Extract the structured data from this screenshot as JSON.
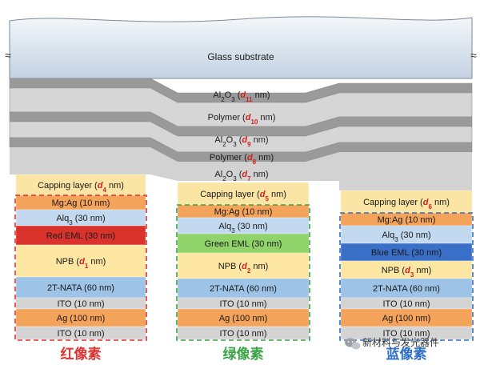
{
  "glass": {
    "label": "Glass substrate",
    "break_mark": "≈"
  },
  "encapsulation": [
    {
      "pre": "Al",
      "sub": "2",
      "mid": "O",
      "sub2": "3",
      "open": " (",
      "var": "d",
      "var_sub": "11",
      "post": " nm)"
    },
    {
      "pre": "Polymer",
      "sub": "",
      "mid": "",
      "sub2": "",
      "open": " (",
      "var": "d",
      "var_sub": "10",
      "post": " nm)"
    },
    {
      "pre": "Al",
      "sub": "2",
      "mid": "O",
      "sub2": "3",
      "open": " (",
      "var": "d",
      "var_sub": "9",
      "post": " nm)"
    },
    {
      "pre": "Polymer",
      "sub": "",
      "mid": "",
      "sub2": "",
      "open": " (",
      "var": "d",
      "var_sub": "8",
      "post": " nm)"
    },
    {
      "pre": "Al",
      "sub": "2",
      "mid": "O",
      "sub2": "3",
      "open": " (",
      "var": "d",
      "var_sub": "7",
      "post": " nm)"
    }
  ],
  "pixels": [
    {
      "name": "红像素",
      "color": "#e03131",
      "layers": [
        {
          "pre": "Capping layer (",
          "var": "d",
          "var_sub": "4",
          "post": " nm)",
          "sub": "",
          "mid": "",
          "fill": "#fbe5a4"
        },
        {
          "pre": "Mg:Ag (10 nm)",
          "var": "",
          "var_sub": "",
          "post": "",
          "sub": "",
          "mid": "",
          "fill": "#f4a35b"
        },
        {
          "pre": "Alq",
          "sub": "3",
          "mid": " (30 nm)",
          "var": "",
          "var_sub": "",
          "post": "",
          "fill": "#c3d9f0"
        },
        {
          "pre": "Red EML (30 nm)",
          "var": "",
          "var_sub": "",
          "post": "",
          "sub": "",
          "mid": "",
          "fill": "#d9332c"
        },
        {
          "pre": "NPB (",
          "var": "d",
          "var_sub": "1",
          "post": " nm)",
          "sub": "",
          "mid": "",
          "fill": "#fde7a3"
        },
        {
          "pre": "2T-NATA (60 nm)",
          "var": "",
          "var_sub": "",
          "post": "",
          "sub": "",
          "mid": "",
          "fill": "#9dc3e6"
        },
        {
          "pre": "ITO (10 nm)",
          "var": "",
          "var_sub": "",
          "post": "",
          "sub": "",
          "mid": "",
          "fill": "#d4d4d4"
        },
        {
          "pre": "Ag (100 nm)",
          "var": "",
          "var_sub": "",
          "post": "",
          "sub": "",
          "mid": "",
          "fill": "#f4a35b"
        },
        {
          "pre": "ITO (10 nm)",
          "var": "",
          "var_sub": "",
          "post": "",
          "sub": "",
          "mid": "",
          "fill": "#d4d4d4"
        }
      ]
    },
    {
      "name": "绿像素",
      "color": "#3aa346",
      "layers": [
        {
          "pre": "Capping layer (",
          "var": "d",
          "var_sub": "5",
          "post": " nm)",
          "sub": "",
          "mid": "",
          "fill": "#fbe5a4"
        },
        {
          "pre": "Mg:Ag (10 nm)",
          "var": "",
          "var_sub": "",
          "post": "",
          "sub": "",
          "mid": "",
          "fill": "#f4a35b"
        },
        {
          "pre": "Alq",
          "sub": "3",
          "mid": " (30 nm)",
          "var": "",
          "var_sub": "",
          "post": "",
          "fill": "#c3d9f0"
        },
        {
          "pre": "Green EML (30 nm)",
          "var": "",
          "var_sub": "",
          "post": "",
          "sub": "",
          "mid": "",
          "fill": "#8fd36a"
        },
        {
          "pre": "NPB (",
          "var": "d",
          "var_sub": "2",
          "post": " nm)",
          "sub": "",
          "mid": "",
          "fill": "#fde7a3"
        },
        {
          "pre": "2T-NATA (60 nm)",
          "var": "",
          "var_sub": "",
          "post": "",
          "sub": "",
          "mid": "",
          "fill": "#9dc3e6"
        },
        {
          "pre": "ITO (10 nm)",
          "var": "",
          "var_sub": "",
          "post": "",
          "sub": "",
          "mid": "",
          "fill": "#d4d4d4"
        },
        {
          "pre": "Ag (100 nm)",
          "var": "",
          "var_sub": "",
          "post": "",
          "sub": "",
          "mid": "",
          "fill": "#f4a35b"
        },
        {
          "pre": "ITO (10 nm)",
          "var": "",
          "var_sub": "",
          "post": "",
          "sub": "",
          "mid": "",
          "fill": "#d4d4d4"
        }
      ]
    },
    {
      "name": "蓝像素",
      "color": "#2d6fc4",
      "layers": [
        {
          "pre": "Capping layer (",
          "var": "d",
          "var_sub": "6",
          "post": " nm)",
          "sub": "",
          "mid": "",
          "fill": "#fbe5a4"
        },
        {
          "pre": "Mg:Ag (10 nm)",
          "var": "",
          "var_sub": "",
          "post": "",
          "sub": "",
          "mid": "",
          "fill": "#f4a35b"
        },
        {
          "pre": "Alq",
          "sub": "3",
          "mid": " (30 nm)",
          "var": "",
          "var_sub": "",
          "post": "",
          "fill": "#c3d9f0"
        },
        {
          "pre": "Blue EML (30 nm)",
          "var": "",
          "var_sub": "",
          "post": "",
          "sub": "",
          "mid": "",
          "fill": "#3a6fc8"
        },
        {
          "pre": "NPB (",
          "var": "d",
          "var_sub": "3",
          "post": " nm)",
          "sub": "",
          "mid": "",
          "fill": "#fde7a3"
        },
        {
          "pre": "2T-NATA (60 nm)",
          "var": "",
          "var_sub": "",
          "post": "",
          "sub": "",
          "mid": "",
          "fill": "#9dc3e6"
        },
        {
          "pre": "ITO (10 nm)",
          "var": "",
          "var_sub": "",
          "post": "",
          "sub": "",
          "mid": "",
          "fill": "#d4d4d4"
        },
        {
          "pre": "Ag (100 nm)",
          "var": "",
          "var_sub": "",
          "post": "",
          "sub": "",
          "mid": "",
          "fill": "#f4a35b"
        },
        {
          "pre": "ITO (10 nm)",
          "var": "",
          "var_sub": "",
          "post": "",
          "sub": "",
          "mid": "",
          "fill": "#d4d4d4"
        }
      ]
    }
  ],
  "colors": {
    "var_red": "#d42020",
    "encap_dark": "#9a9a9a",
    "encap_light": "#d6d6d6"
  },
  "watermark": {
    "text": "新材料与发光器件",
    "icon": "wechat-icon"
  }
}
